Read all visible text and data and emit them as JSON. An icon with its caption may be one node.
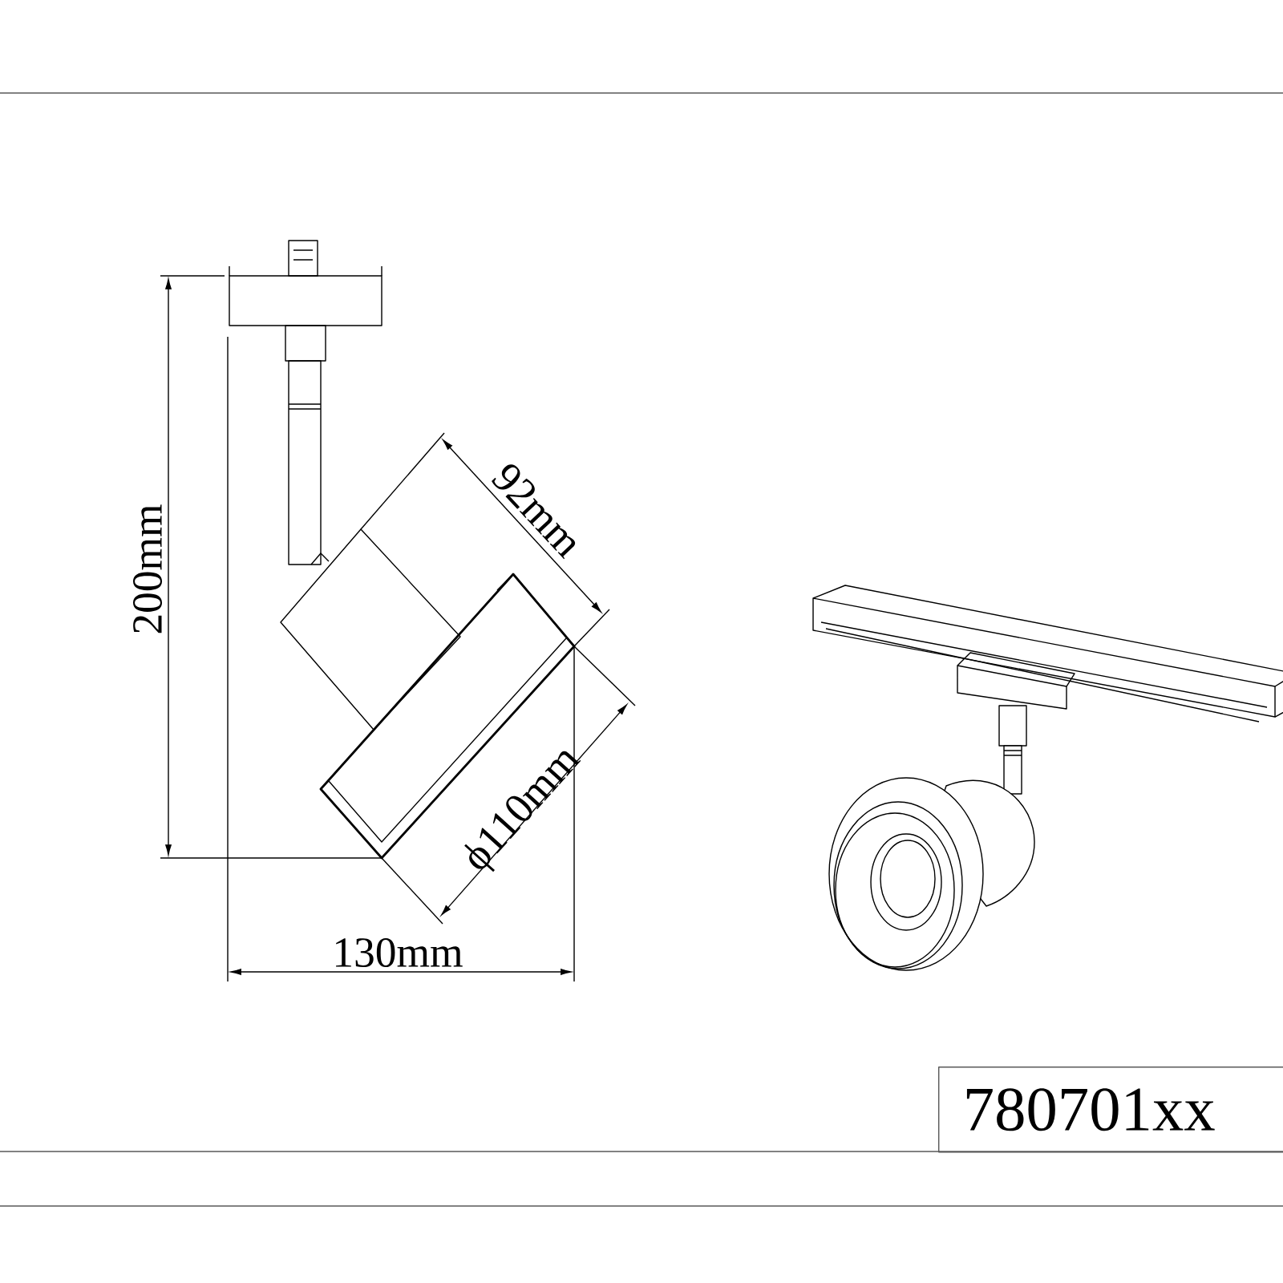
{
  "diagram": {
    "nodes": [
      {
        "text": [
          "780701xx"
        ]
      }
    ],
    "labels": [
      "200mm",
      "92mm",
      "ϕ110mm",
      "130mm"
    ]
  }
}
